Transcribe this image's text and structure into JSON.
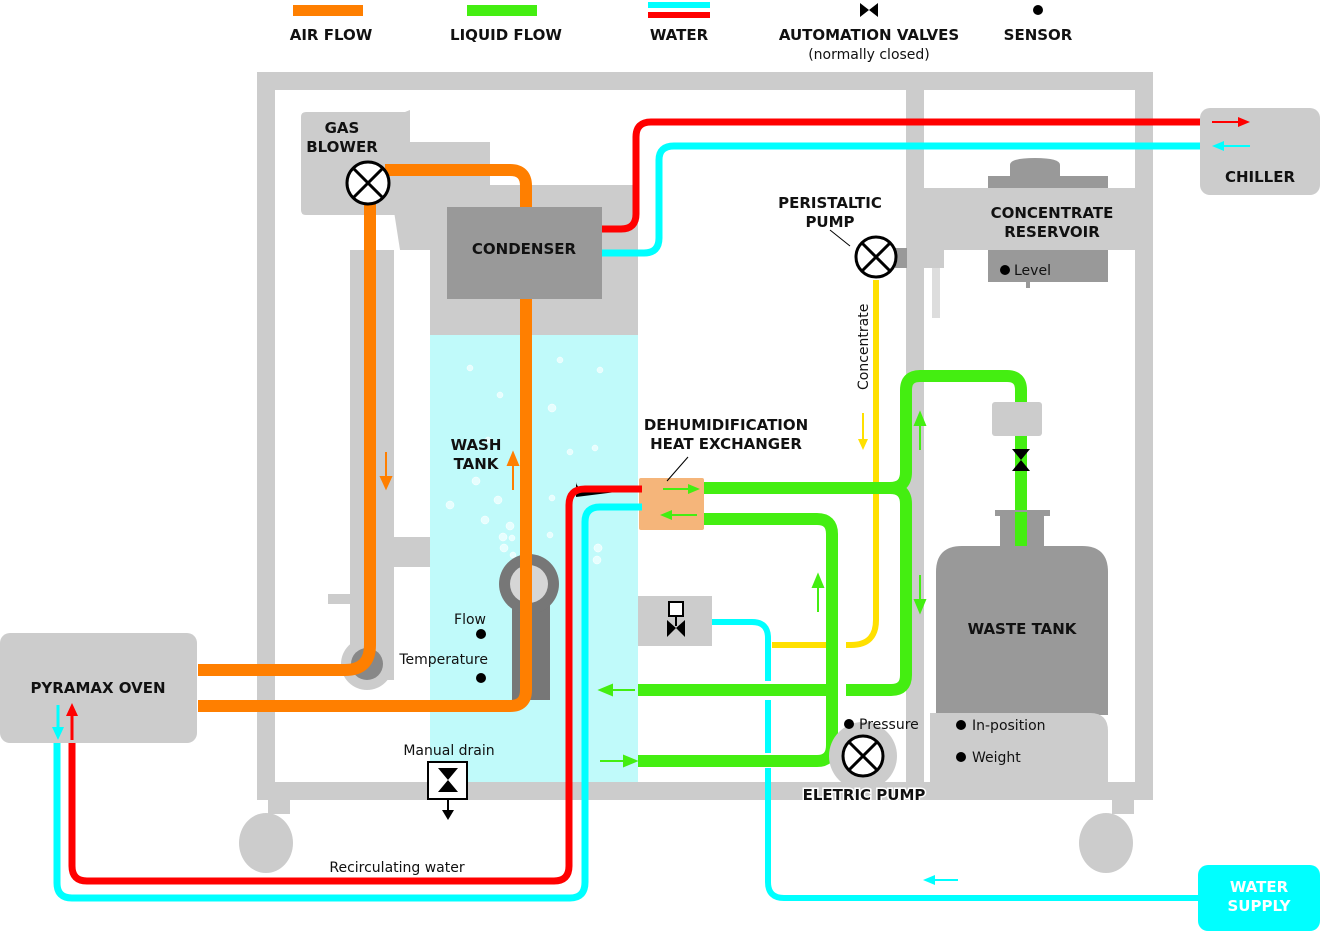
{
  "legend": {
    "air_flow": {
      "label": "AIR FLOW",
      "color": "#FF7F00"
    },
    "liquid_flow": {
      "label": "LIQUID FLOW",
      "color": "#44EE11"
    },
    "water": {
      "label": "WATER",
      "hot_color": "#FF0000",
      "cold_color": "#00FFFF"
    },
    "automation_valves": {
      "label": "AUTOMATION VALVES",
      "sublabel": "(normally closed)"
    },
    "sensor": {
      "label": "SENSOR"
    }
  },
  "components": {
    "gas_blower": {
      "line1": "GAS",
      "line2": "BLOWER"
    },
    "condenser": "CONDENSER",
    "chiller": "CHILLER",
    "peristaltic_pump": {
      "line1": "PERISTALTIC",
      "line2": "PUMP"
    },
    "concentrate_reservoir": {
      "line1": "CONCENTRATE",
      "line2": "RESERVOIR"
    },
    "wash_tank": {
      "line1": "WASH",
      "line2": "TANK"
    },
    "heat_exchanger": {
      "line1": "DEHUMIDIFICATION",
      "line2": "HEAT EXCHANGER"
    },
    "waste_tank": "WASTE TANK",
    "pyramax_oven": "PYRAMAX OVEN",
    "electric_pump": "ELETRIC PUMP",
    "water_supply": {
      "line1": "WATER",
      "line2": "SUPPLY"
    }
  },
  "sensors": {
    "level": "Level",
    "flow": "Flow",
    "temperature": "Temperature",
    "pressure": "Pressure",
    "in_position": "In-position",
    "weight": "Weight"
  },
  "line_labels": {
    "concentrate": "Concentrate",
    "manual_drain": "Manual drain",
    "recirculating_water": "Recirculating water"
  },
  "colors": {
    "frame": "#CCCCCC",
    "dark_gray": "#999999",
    "tank_water": "#C0FAFA",
    "heat_exchanger": "#F5B57A",
    "concentrate_line": "#FFE000"
  }
}
